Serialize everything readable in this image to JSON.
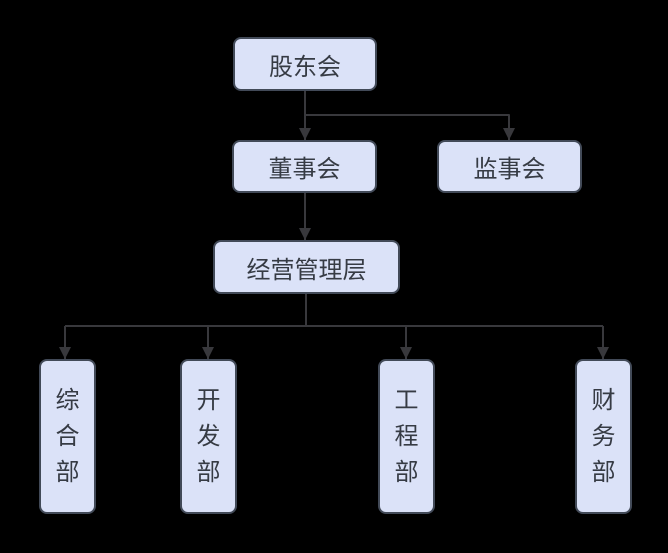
{
  "diagram": {
    "type": "org-chart-flowchart",
    "background_color": "#000000",
    "node_fill_color": "#dbe2f8",
    "node_border_color": "#424a58",
    "node_text_color": "#363b44",
    "connector_color": "#38383c",
    "nodes": [
      {
        "id": "shareholders",
        "label": "股东会"
      },
      {
        "id": "board",
        "label": "董事会"
      },
      {
        "id": "supervisory",
        "label": "监事会"
      },
      {
        "id": "management",
        "label": "经营管理层"
      },
      {
        "id": "dept-general",
        "label": "综合部"
      },
      {
        "id": "dept-development",
        "label": "开发部"
      },
      {
        "id": "dept-engineering",
        "label": "工程部"
      },
      {
        "id": "dept-finance",
        "label": "财务部"
      }
    ],
    "edges": [
      {
        "from": "shareholders",
        "to": "board"
      },
      {
        "from": "shareholders",
        "to": "supervisory"
      },
      {
        "from": "board",
        "to": "management"
      },
      {
        "from": "management",
        "to": "dept-general"
      },
      {
        "from": "management",
        "to": "dept-development"
      },
      {
        "from": "management",
        "to": "dept-engineering"
      },
      {
        "from": "management",
        "to": "dept-finance"
      }
    ]
  }
}
